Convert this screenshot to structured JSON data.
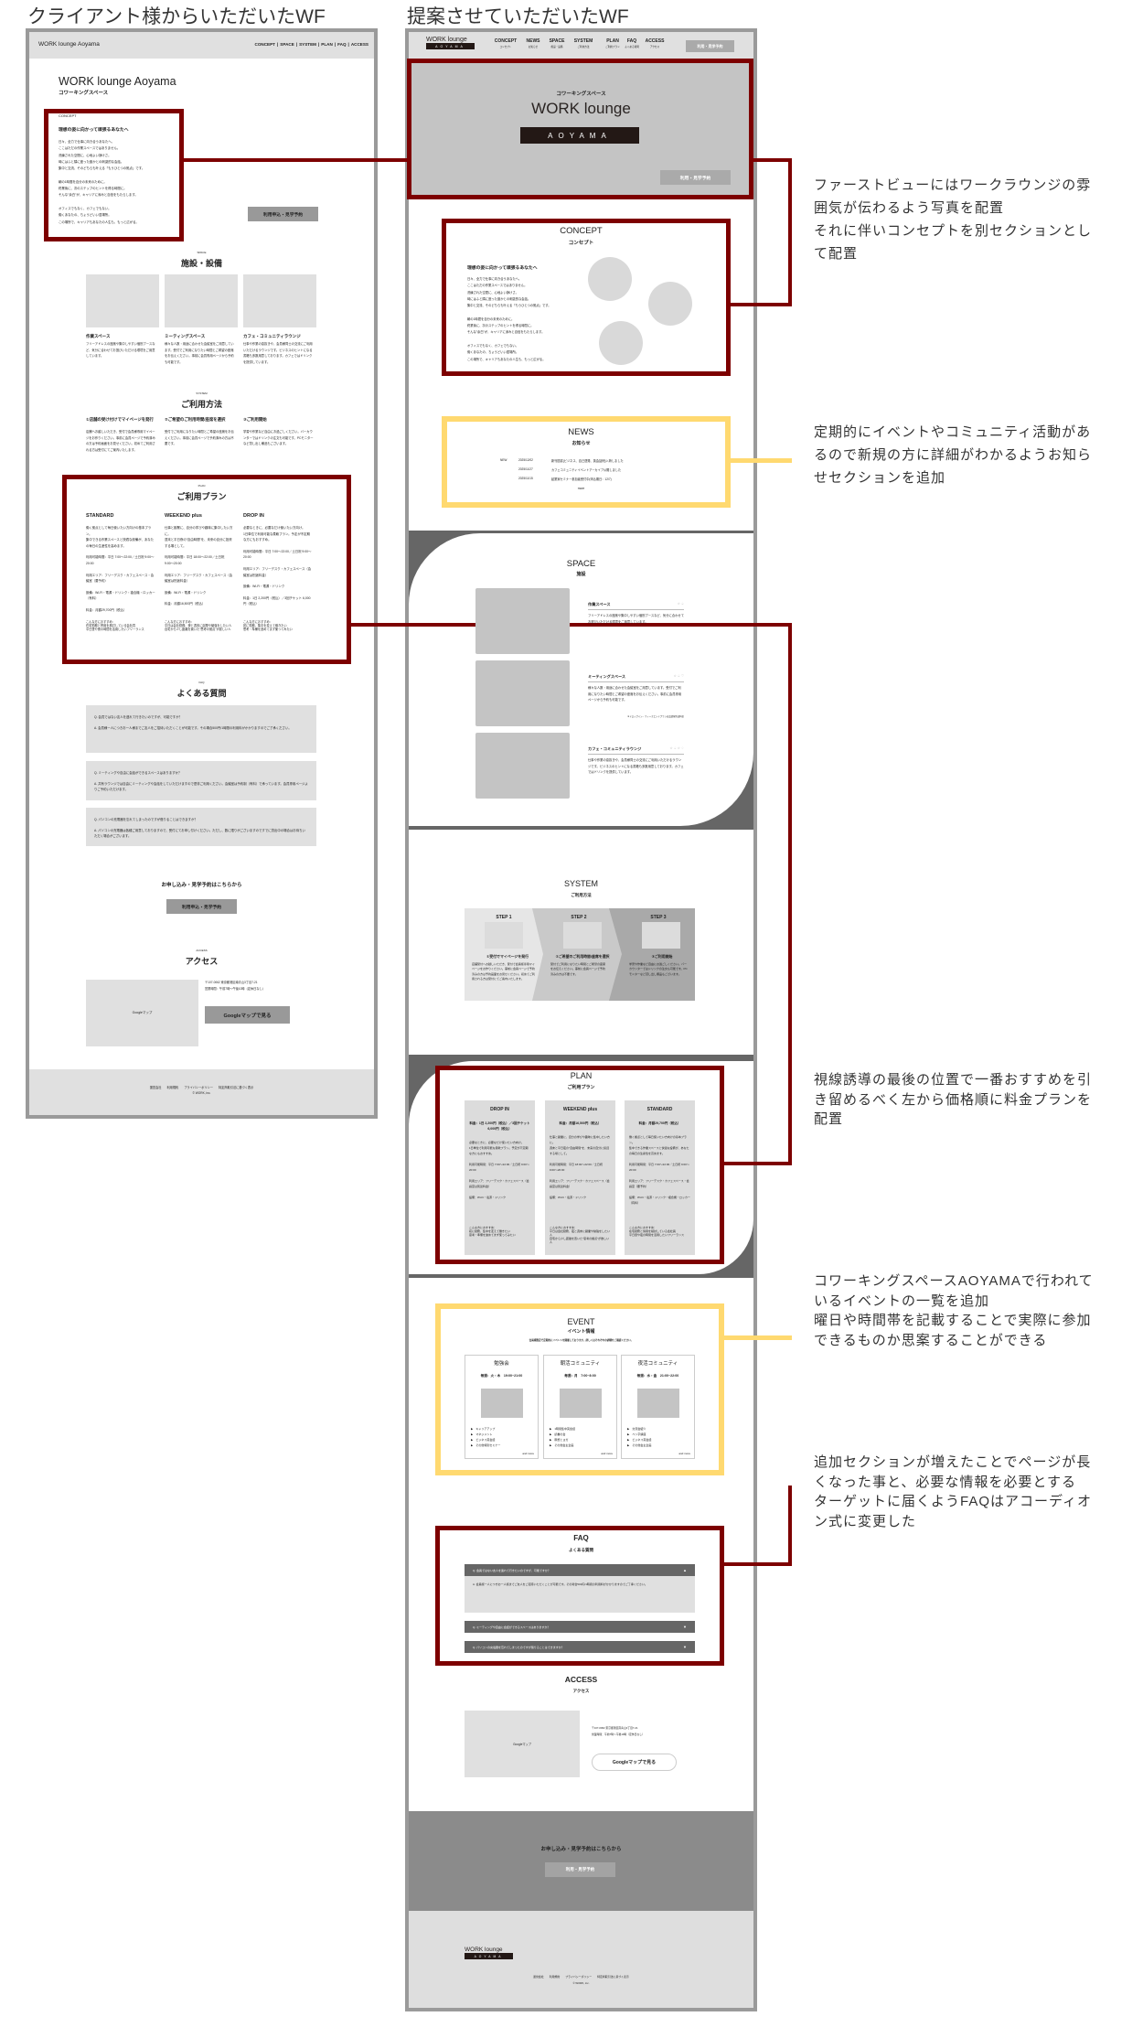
{
  "headings": {
    "client_wf": "クライアント様からいただいたWF",
    "proposed_wf": "提案させていただいたWF"
  },
  "annotations": [
    "ファーストビューにはワークラウンジの雰\n囲気が伝わるよう写真を配置\nそれに伴いコンセプトを別セクションとし\nて配置",
    "定期的にイベントやコミュニティ活動があ\nるので新規の方に詳細がわかるようお知ら\nせセクションを追加",
    "視線誘導の最後の位置で一番おすすめを引\nき留めるべく左から価格順に料金プランを\n配置",
    "コワーキングスペースAOYAMAで行われて\nいるイベントの一覧を追加\n曜日や時間帯を記載することで実際に参加\nできるものか思案することができる",
    "追加セクションが増えたことでページが長\nくなった事と、必要な情報を必要とする\nターゲットに届くようFAQはアコーディオ\nン式に変更した"
  ],
  "colors": {
    "accent_red": "#7d0000",
    "accent_yellow": "#ffd970"
  },
  "brand": {
    "name": "WORK lounge Aoyama",
    "logo_top": "WORK lounge",
    "logo_bottom": "AOYAMA",
    "tagline": "コワーキングスペース"
  },
  "client": {
    "nav": [
      "CONCEPT",
      "SPACE",
      "SYSTEM",
      "PLAN",
      "FAQ",
      "ACCESS"
    ],
    "nav_sep": "|",
    "concept_label": "CONCEPT",
    "cta_button": "利用申込・見学予約",
    "space_label": "SPACE",
    "space_title": "施設・設備",
    "system_label": "SYSTEM",
    "system_title": "ご利用方法",
    "steps": [
      {
        "title": "①店舗の受け付けでマイページを発行",
        "text": "店舗へお越しいただき、受付で会員様専用マイページをお作りください。事前に会員ページで予約済みの方は予約画面をお見せください。初めてご利用される方は受付にてご案内いたします。"
      },
      {
        "title": "②ご希望のご利用時間/座席を選択",
        "text": "受付でご利用になりたい時間とご希望の座席をお伝えください。事前に会員ページで予約済みの方は不要です。"
      },
      {
        "title": "③ご利用開始",
        "text": "学習や作業など自由にお過ごしください。バーカウンターではドリンクの注文も可能です。PCモニターなど貸し出し備品もございます。"
      }
    ],
    "plan_label": "PLAN",
    "plan_title": "ご利用プラン",
    "faq_label": "FAQ",
    "faq_title": "よくある質問",
    "cta_text": "お申し込み・見学予約はこちらから",
    "access_label": "ACCESS",
    "access_title": "アクセス",
    "map_button": "Googleマップで見る"
  },
  "proposal": {
    "nav": [
      {
        "en": "CONCEPT",
        "jp": "コンセプト"
      },
      {
        "en": "NEWS",
        "jp": "お知らせ"
      },
      {
        "en": "SPACE",
        "jp": "施設・設備"
      },
      {
        "en": "SYSTEM",
        "jp": "ご利用方法"
      },
      {
        "en": "PLAN",
        "jp": "ご利用プラン"
      },
      {
        "en": "FAQ",
        "jp": "よくある質問"
      },
      {
        "en": "ACCESS",
        "jp": "アクセス"
      }
    ],
    "cta_button": "利用・見学予約",
    "concept_title": "CONCEPT",
    "concept_sub": "コンセプト",
    "news_title": "NEWS",
    "news_sub": "お知らせ",
    "news_more": "more",
    "space_title": "SPACE",
    "space_sub": "施設",
    "space_note": "※ドロップイン・ウィークエンドプランは会議室別途料金",
    "system_title": "SYSTEM",
    "system_sub": "ご利用方法",
    "steps": [
      {
        "label": "STEP 1",
        "title": "①受付でマイページを発行",
        "text": "店舗受付へお越しいただき、受付で会員様専用マイページをお作りください。事前に会員ページで予約済みの方は予約画面をお見せください。初めてご利用される方は受付にてご案内いたします。"
      },
      {
        "label": "STEP 2",
        "title": "②ご希望のご利用時間/座席を選択",
        "text": "受付でご利用になりたい時間とご希望の座席をお伝えください。事前に会員ページで予約済みの方は不要です。"
      },
      {
        "label": "STEP 3",
        "title": "③ご利用開始",
        "text": "学習や作業など自由にお過ごしください。バーカウンターではドリンクの注文も可能です。PCモニターなど貸し出し備品もございます。"
      }
    ],
    "plan_title": "PLAN",
    "plan_sub": "ご利用プラン",
    "event_title": "EVENT",
    "event_sub": "イベント情報",
    "event_desc": "会員様限定で定期的にイベントを開催しております。詳しくはそれぞれの詳細をご確認ください。",
    "event_more": "and more",
    "faq_title": "FAQ",
    "faq_sub": "よくある質問",
    "access_title": "ACCESS",
    "access_sub": "アクセス",
    "map_button": "Googleマップで見る",
    "cta_text": "お申し込み・見学予約はこちらから"
  },
  "concept": {
    "heading": "理想の姿に向かって頑張るあなたへ",
    "body": "日々、全力で仕事に向き合うあなたへ。\nここはただの作業スペースではありません。\n洗練された空間に、心地よい静けさ。\n時にはふと隣に座った誰かとの刺激的な会話。\n集中と交流、そのどちらも叶える「もうひとつの拠点」です。\n\n朝の1時間を自分の未来のために。\n終業後に、次のステップのヒントを得る時間に。\nそんな\"余白\"が、キャリアに深みと自信をもたらします。\n\nオフィスでもなく、カフェでもない。\n働くあなたの、ちょうどいい居場所。\nこの場所で、キャリアもあなたの人生も、もっと広がる。"
  },
  "news": [
    {
      "badge": "NEW",
      "date": "2025/12/02",
      "title": "新刊図書(ビジネス、自己啓発、英会話例)入荷しました"
    },
    {
      "badge": "",
      "date": "2025/11/27",
      "title": "カフェコミュニティイベントアーカイブ公開しました"
    },
    {
      "badge": "",
      "date": "2025/11/15",
      "title": "起業家セミナー参加者受付中(申込期日：12/7)"
    }
  ],
  "spaces": [
    {
      "name": "作業スペース",
      "desc": "フリーアドレスの座席や集中しやすい個別ブースなど、気分に合わせてお選びいただける環境をご用意しています。"
    },
    {
      "name": "ミーティングスペース",
      "desc": "様々な人数・用途に合わせた会議室をご用意しています。受付でご利用になりたい時間とご希望の座席をお伝えください。事前に会員専用ページから予約も可能です。"
    },
    {
      "name": "カフェ・コミュニティラウンジ",
      "desc": "仕事や作業の息抜きや、会員様同士の交流にご利用いただけるラウンジです。ビジネスのヒントになる書籍も多数用意しております。カフェではドリンクを提供しています。"
    }
  ],
  "plans": [
    {
      "name": "DROP IN",
      "price": "料金：1日 2,200円（税込）／3回チケット 6,000円（税込）",
      "desc": "必要なときに、必要なだけ使いたい方向け。\n1日単位で利用可能な柔軟プラン。予定が不定期な方にもおすすめ。",
      "hours": "利用可能時間：平日 7:00〜22:00／土日祝 9:00〜20:00",
      "area": "利用エリア：フリーデスク・カフェスペース（会議室は別途料金）",
      "equip": "設備：Wi-Fi・電源・ドリンク",
      "for": "こんな方におすすめ：\n初に勤務、集中を変えて働きたい\n思考・準備を進めてまず使ってみたい"
    },
    {
      "name": "WEEKEND plus",
      "price": "料金：月額16,500円（税込）",
      "desc": "仕事と副業に、自分の学びや趣味に集中したい方に。\n週末と平日夜の\"自由時間\"を、未来の自分に投資する場として。",
      "hours": "利用可能時間：平日 18:00〜22:00／土日祝 9:00〜20:00",
      "area": "利用エリア：フリーデスク・カフェスペース（会議室は別途料金）",
      "equip": "設備：Wi-Fi・電源・ドリンク",
      "for": "こんな方におすすめ：\n平日は会社勤務、夜と週末に副業や勉強をしたい人\n自宅から少し距離を置いた\"思考の拠点\"が欲しい人"
    },
    {
      "name": "STANDARD",
      "price": "料金：月額29,700円（税込）",
      "desc": "働く拠点として毎日使いたい方向けの基本プラン。\n集中できる作業スペースと快適な設備が、あなたの毎日の生産性を高めます。",
      "hours": "利用可能時間：平日 7:00〜22:00／土日祝 9:00〜20:00",
      "area": "利用エリア：フリーデスク・カフェスペース・会議室（要予約）",
      "equip": "設備：Wi-Fi・電源・ドリンク・複合機・ロッカー（有料）",
      "for": "こんな方におすすめ：\n在宅勤務と併用を検討している会社員\n平日昼や夜の時間を活用したいフリーランス"
    }
  ],
  "events": [
    {
      "name": "勉強会",
      "time": "毎週：火・木　19:00~21:00",
      "items": [
        "キャリアアップ",
        "マネジメント",
        "ビジネス英会話",
        "その他特別セミナー"
      ]
    },
    {
      "name": "朝活コミュニティ",
      "time": "毎週：月　7:00~8:00",
      "items": [
        "1時間集中英会話",
        "読書の会",
        "瞑想とヨガ",
        "その他会主企画"
      ]
    },
    {
      "name": "夜活コミュニティ",
      "time": "毎週：水・金　21:00~22:00",
      "items": [
        "交流会紹介",
        "ペン字講座",
        "ビジネス英会話",
        "その他会主企画"
      ]
    }
  ],
  "faq": [
    {
      "q": "Q. 会員ではない友人を連れて行きたいのですが、可能ですか？",
      "a": "A. 会員様一人につきお一人様までご友人をご招待いただくことが可能です。その場合500円/1時間の利用料がかかりますのでご了承ください。"
    },
    {
      "q": "Q. ミーティングや自由に会話ができるスペースはありますか？",
      "a": "A. 共有ラウンジでは自由にミーティングや会話をしていただけますので是非ご利用ください。会議室は予約制（有料）で承っています。会員専用ページよりご予約いただけます。"
    },
    {
      "q": "Q. パソコンの充電器を忘れてしまったのですが借りることはできますか？",
      "a": "A. パソコンの充電器は各種ご用意しておりますので、受付にてお申し付けください。ただし、数に限りがございますのですでに貸出中の場合はお待ちいただく場合がございます。"
    }
  ],
  "access": {
    "address": "〒107-0062 東京都港区南青山3丁目7-21",
    "hours": "営業時間：午前7時〜午後10時（定休日なし）",
    "map_label": "Googleマップ"
  },
  "footer": {
    "links": [
      "運営会社",
      "利用規約",
      "プライバシーポリシー",
      "特定商取引法に基づく表示"
    ],
    "copyright": "© WORK, inc."
  }
}
